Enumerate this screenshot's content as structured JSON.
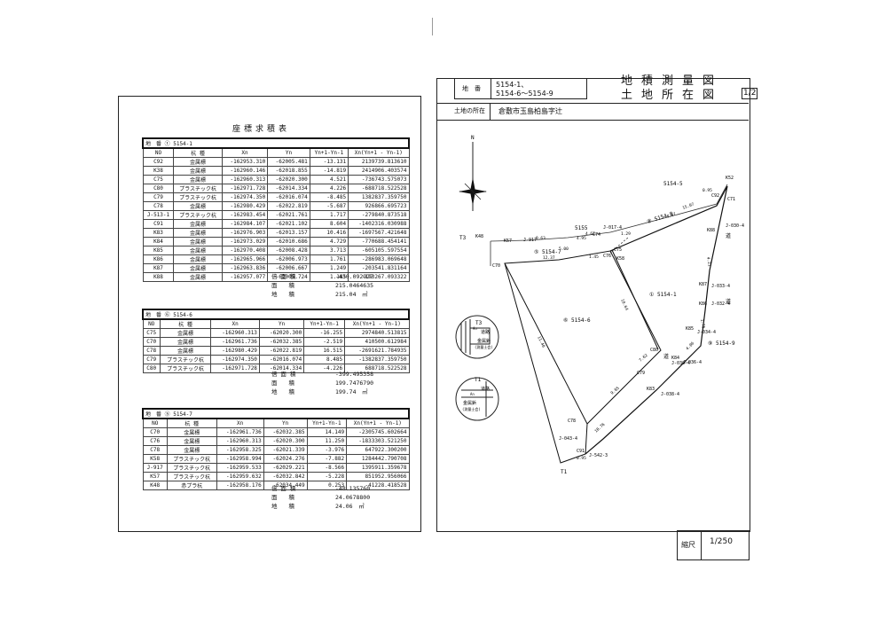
{
  "header": {
    "chiban_label": "地　番",
    "chiban_value_1": "5154-1、",
    "chiban_value_2": "5154-6～5154-9",
    "location_label": "土地の所在",
    "location_value": "倉敷市玉島柏島字辻",
    "title_1": "地積測量図",
    "title_2": "土地所在図",
    "sheet": "1/2"
  },
  "calc_title": "座標求積表",
  "col_headers": [
    "NO",
    "杭 種",
    "Xn",
    "Yn",
    "Yn+1-Yn-1",
    "Xn(Yn+1 - Yn-1)"
  ],
  "lots": [
    {
      "label": "地　番 ① 5154-1",
      "rows": [
        [
          "C92",
          "金属標",
          "-162953.310",
          "-62005.481",
          "-13.131",
          "2139739.813610"
        ],
        [
          "K38",
          "金属標",
          "-162960.146",
          "-62018.855",
          "-14.819",
          "2414906.403574"
        ],
        [
          "C75",
          "金属標",
          "-162960.313",
          "-62020.300",
          "4.521",
          "-736743.575073"
        ],
        [
          "C80",
          "プラスチック杭",
          "-162971.728",
          "-62014.334",
          "4.226",
          "-688718.522528"
        ],
        [
          "C79",
          "プラスチック杭",
          "-162974.350",
          "-62016.074",
          "-8.485",
          "1382837.359750"
        ],
        [
          "C78",
          "金属標",
          "-162980.429",
          "-62022.819",
          "-5.687",
          "926866.695723"
        ],
        [
          "J-513-1",
          "プラスチック杭",
          "-162983.454",
          "-62021.761",
          "1.717",
          "-279840.873518"
        ],
        [
          "C91",
          "金属標",
          "-162984.107",
          "-62021.102",
          "8.604",
          "-1402316.030988"
        ],
        [
          "K83",
          "金属標",
          "-162976.903",
          "-62013.157",
          "10.416",
          "-1697567.421648"
        ],
        [
          "K84",
          "金属標",
          "-162973.029",
          "-62010.686",
          "4.729",
          "-770688.454141"
        ],
        [
          "K85",
          "金属標",
          "-162970.408",
          "-62008.428",
          "3.713",
          "-605105.597554"
        ],
        [
          "K86",
          "金属標",
          "-162965.966",
          "-62006.973",
          "1.761",
          "-286983.069648"
        ],
        [
          "K87",
          "金属標",
          "-162963.836",
          "-62006.667",
          "1.249",
          "-203541.831164"
        ],
        [
          "K88",
          "金属標",
          "-162957.077",
          "-62005.724",
          "1.185",
          "-193267.093322"
        ]
      ],
      "sums": [
        [
          "倍 面 積",
          "-430.092927"
        ],
        [
          "面　　積",
          "215.0464635"
        ],
        [
          "地　　積",
          "215.04　㎡"
        ]
      ]
    },
    {
      "label": "地　番 ⑥ 5154-6",
      "rows": [
        [
          "C75",
          "金属標",
          "-162960.313",
          "-62020.300",
          "-16.255",
          "2974840.513815"
        ],
        [
          "C70",
          "金属標",
          "-162961.736",
          "-62032.385",
          "-2.519",
          "410500.612984"
        ],
        [
          "C78",
          "金属標",
          "-162980.429",
          "-62022.819",
          "16.515",
          "-2691621.784935"
        ],
        [
          "C79",
          "プラスチック杭",
          "-162974.350",
          "-62016.074",
          "8.485",
          "-1382837.359750"
        ],
        [
          "C80",
          "プラスチック杭",
          "-162971.728",
          "-62014.334",
          "-4.226",
          "688718.522528"
        ]
      ],
      "sums": [
        [
          "倍 面 積",
          "-399.495358"
        ],
        [
          "面　　積",
          "199.7476790"
        ],
        [
          "地　　積",
          "199.74　㎡"
        ]
      ]
    },
    {
      "label": "地　番 ⑤ 5154-7",
      "rows": [
        [
          "C70",
          "金属標",
          "-162961.736",
          "-62032.385",
          "14.149",
          "-2305745.602664"
        ],
        [
          "C76",
          "金属標",
          "-162960.313",
          "-62020.300",
          "11.250",
          "-1833303.521250"
        ],
        [
          "C78",
          "金属標",
          "-162958.325",
          "-62021.339",
          "-3.976",
          "647922.300200"
        ],
        [
          "K58",
          "プラスチック杭",
          "-162958.994",
          "-62024.276",
          "-7.882",
          "1284442.790708"
        ],
        [
          "J-917",
          "プラスチック杭",
          "-162959.533",
          "-62029.221",
          "-8.566",
          "1395911.359678"
        ],
        [
          "K57",
          "プラスチック杭",
          "-162959.632",
          "-62032.842",
          "-5.228",
          "851952.956066"
        ],
        [
          "K48",
          "赤プラ杭",
          "-162958.176",
          "-62034.449",
          "0.253",
          "-41228.418528"
        ]
      ],
      "sums": [
        [
          "倍 面 積",
          "-48.135760"
        ],
        [
          "面　　積",
          "24.0678800"
        ],
        [
          "地　　積",
          "24.06　㎡"
        ]
      ]
    }
  ],
  "map": {
    "north": "N",
    "labels": {
      "l5154_5": "5154-5",
      "l5155": "5155",
      "l5154_8": "⑧ 5154-8",
      "l5154_7": "⑤ 5154-7",
      "l5154_1": "① 5154-1",
      "l5154_6": "⑥ 5154-6",
      "l5154_9": "⑨ 5154-9",
      "road1": "道",
      "road2": "道",
      "road3": "道",
      "t1": "T1",
      "t3": "T3"
    },
    "points": {
      "k52": "K52",
      "c92": "C92",
      "c71": "C71",
      "k88": "K88",
      "j030": "J-030-4",
      "k48": "K48",
      "k57": "K57",
      "j917": "J-917",
      "j017": "J-017-4",
      "c74": "C74",
      "c76": "C76",
      "k58": "K58",
      "c70": "C70",
      "c75": "C75",
      "k87": "K87",
      "j0334": "J-033-4",
      "k86": "K86",
      "j0324": "J-032-4",
      "k85": "K85",
      "j0344": "J-034-4",
      "c80": "C80",
      "c79": "C79",
      "k84": "K84",
      "j0364": "J-036-4",
      "k83": "K83",
      "j0384": "J-038-4",
      "c78": "C78",
      "j0434": "J-043-4",
      "c91": "C91",
      "j5423": "J-542-3",
      "j0364b": "J-036-4"
    },
    "edge_lengths": [
      "0.95",
      "4.57",
      "1.29",
      "15.07",
      "9.63",
      "5.00",
      "4.95",
      "4.67",
      "1.45",
      "12.37",
      "10.64",
      "11.40",
      "7.62",
      "9.85",
      "10.76",
      "0.95",
      "4.21",
      "4.06",
      "1.75"
    ],
    "legend_t3": {
      "title": "T3",
      "line1": "道路",
      "line2": "金属鋲",
      "line3": "(測量士会)",
      "mark": "An"
    },
    "legend_t1": {
      "title": "T1",
      "line1": "道路",
      "line2": "金属鋲",
      "line3": "(測量士会)",
      "mark": "An"
    }
  },
  "scale": {
    "label": "縮尺",
    "value": "1/250"
  }
}
